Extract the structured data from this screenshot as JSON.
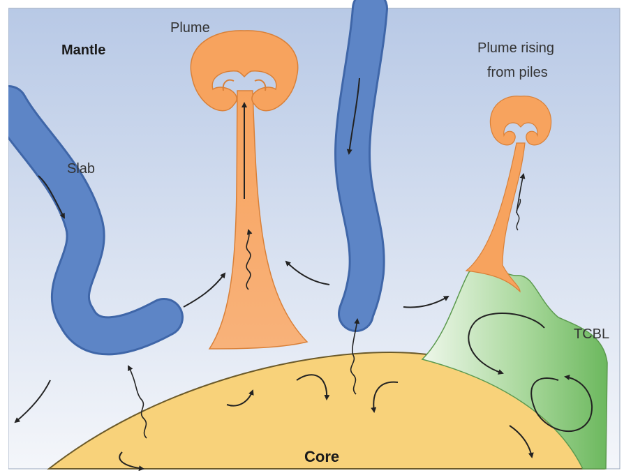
{
  "labels": {
    "mantle": "Mantle",
    "plume": "Plume",
    "plume_rising_line1": "Plume rising",
    "plume_rising_line2": "from piles",
    "slab": "Slab",
    "tcbl": "TCBL",
    "core": "Core"
  },
  "colors": {
    "mantle_top": "#b8c9e6",
    "mantle_bottom": "#f4f6fa",
    "slab": "#5d85c6",
    "slab_edge": "#3f66a8",
    "plume": "#f7a35e",
    "plume_edge": "#d98038",
    "core": "#f8d27a",
    "core_edge": "#6b5a2a",
    "tcbl_light": "#dff0d8",
    "tcbl_dark": "#79bf6c",
    "arrow": "#222222"
  }
}
